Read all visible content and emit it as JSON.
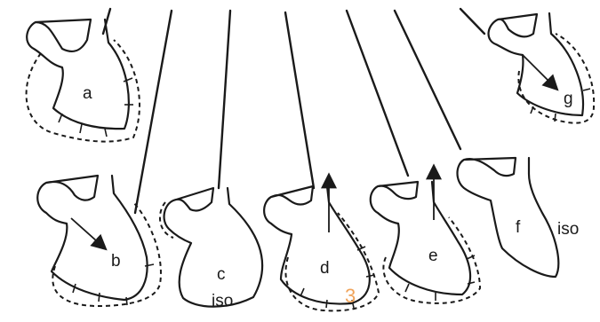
{
  "labels": {
    "a": "a",
    "b": "b",
    "c": "c",
    "d": "d",
    "e": "e",
    "f": "f",
    "g": "g",
    "c_state": "iso",
    "f_state": "iso"
  },
  "page_mark": "3",
  "colors": {
    "ink": "#1a1a1a",
    "page_mark": "#f0a35a",
    "background": "#ffffff"
  }
}
